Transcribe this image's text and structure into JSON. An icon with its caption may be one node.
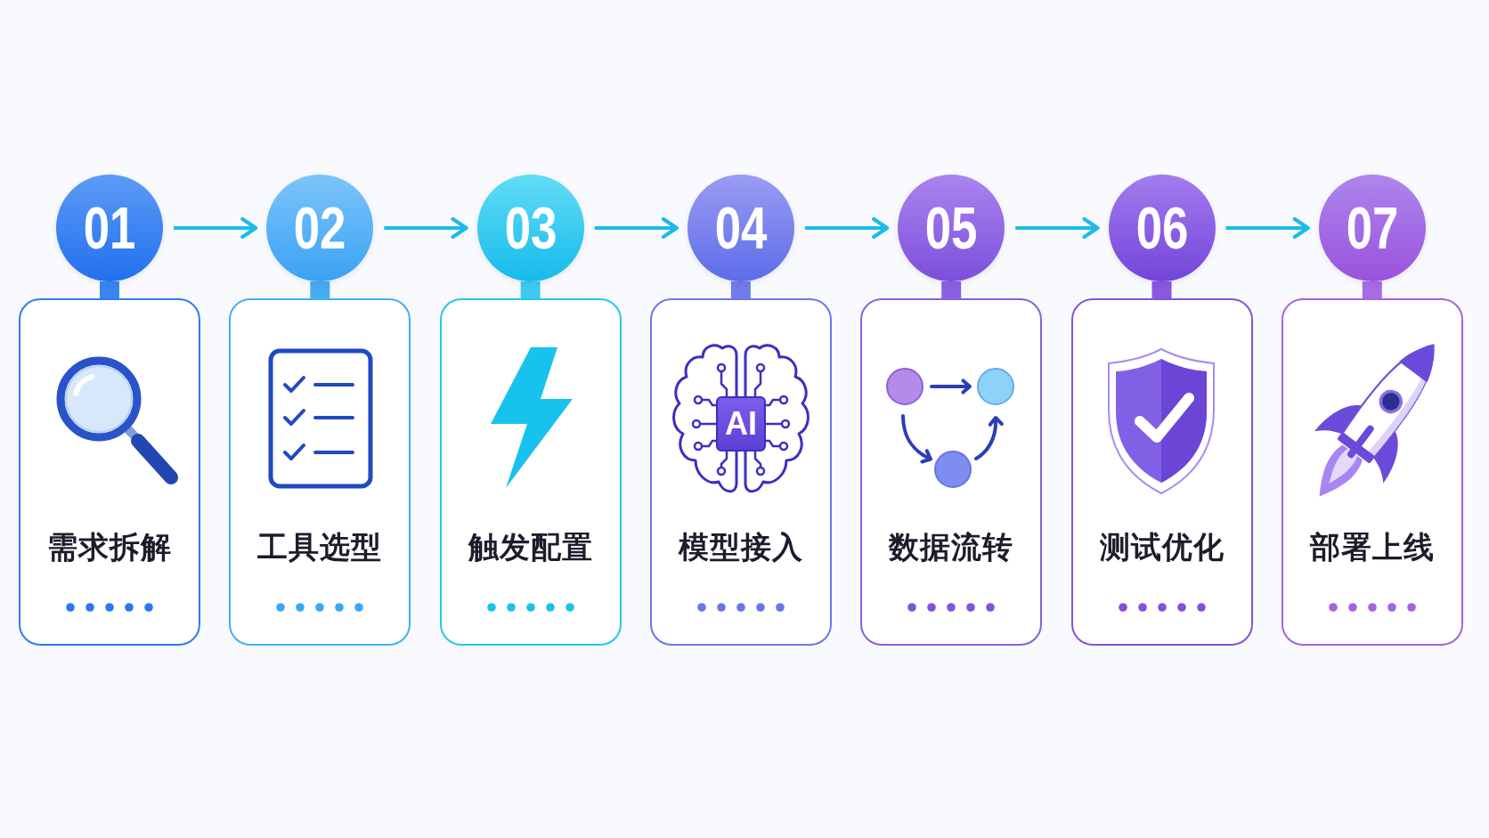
{
  "diagram": {
    "nodes": [
      {
        "text": [
          "01"
        ]
      },
      {
        "text": [
          "02"
        ]
      },
      {
        "text": [
          "03"
        ]
      },
      {
        "text": [
          "04"
        ]
      },
      {
        "text": [
          "05"
        ]
      },
      {
        "text": [
          "06"
        ]
      },
      {
        "text": [
          "07"
        ]
      },
      {
        "text": [
          "需求拆解"
        ]
      },
      {
        "text": [
          "工具选型"
        ]
      },
      {
        "text": [
          "触发配置"
        ]
      },
      {
        "text": [
          "模型接入"
        ]
      },
      {
        "text": [
          "AI"
        ],
        "in": 10
      },
      {
        "text": [
          "数据流转"
        ]
      },
      {
        "text": [
          "测试优化"
        ]
      },
      {
        "text": [
          "部署上线"
        ]
      }
    ],
    "edges": [
      {
        "from": 0,
        "to": 1,
        "arrow": "to"
      },
      {
        "from": 1,
        "to": 2,
        "arrow": "to"
      },
      {
        "from": 2,
        "to": 3,
        "arrow": "to"
      },
      {
        "from": 3,
        "to": 4,
        "arrow": "to"
      },
      {
        "from": 4,
        "to": 5,
        "arrow": "to"
      },
      {
        "from": 5,
        "to": 6,
        "arrow": "to"
      },
      {
        "from": 0,
        "to": 7,
        "arrow": "none",
        "color": "#3a85f2"
      },
      {
        "from": 1,
        "to": 8,
        "arrow": "none",
        "color": "#47abf4"
      },
      {
        "from": 2,
        "to": 9,
        "arrow": "none",
        "color": "#3ccaf1"
      },
      {
        "from": 3,
        "to": 10,
        "arrow": "none",
        "color": "#6f7ceb"
      },
      {
        "from": 4,
        "to": 12,
        "arrow": "none",
        "color": "#8a60e2"
      },
      {
        "from": 5,
        "to": 13,
        "arrow": "none",
        "color": "#8a58df"
      },
      {
        "from": 6,
        "to": 14,
        "arrow": "none",
        "color": "#a56ce4"
      }
    ]
  }
}
